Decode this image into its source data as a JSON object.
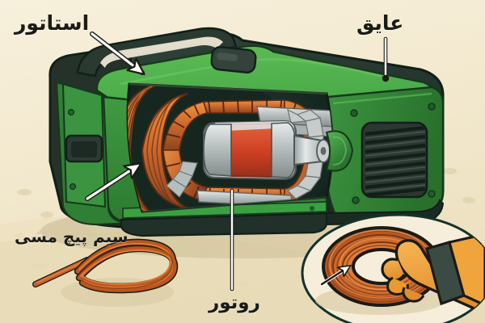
{
  "diagram": {
    "subject": "electric-motor-cutaway",
    "background_color": "#f5ecd4",
    "language": "fa",
    "labels": [
      {
        "id": "stator",
        "text": "استاتور",
        "meaning": "stator",
        "pointer": "arrow"
      },
      {
        "id": "ayegh",
        "text": "عایق",
        "meaning": "insulation",
        "pointer": "pin-line"
      },
      {
        "id": "copper",
        "text": "سیم پیچ مسی",
        "meaning": "copper winding",
        "pointer": "arrow"
      },
      {
        "id": "rotor",
        "text": "روتور",
        "meaning": "rotor",
        "pointer": "pin-line"
      }
    ],
    "parts": {
      "housing_label": "green-motor-housing",
      "handle_label": "carry-handle",
      "cap_label": "top-cap-button",
      "terminal_box_label": "terminal-box",
      "vent_label": "ventilation-grille",
      "windings_label": "stator-windings",
      "rotor_core_label": "rotor-core",
      "shaft_label": "rotor-shaft",
      "fan_label": "cooling-fan",
      "loose_coil_label": "loose-copper-coil",
      "inset_label": "hand-holding-coil-inset"
    },
    "colors": {
      "background": "#f5ecd4",
      "housing_green_light": "#4cae4f",
      "housing_green_mid": "#3d9240",
      "housing_green_dark": "#2f7a33",
      "housing_green_deep": "#1f5e28",
      "shell_dark": "#2b3a33",
      "shell_darker": "#1d2a24",
      "copper_light": "#e8833a",
      "copper_mid": "#c4622a",
      "copper_dark": "#8f4420",
      "steel_light": "#d8dcdc",
      "steel_mid": "#a9b0b0",
      "steel_dark": "#7d8585",
      "rotor_red": "#d4442a",
      "glove_orange": "#f0a43c",
      "outline": "#14241c",
      "text": "#1b1b16",
      "pointer": "#ffffff"
    }
  }
}
